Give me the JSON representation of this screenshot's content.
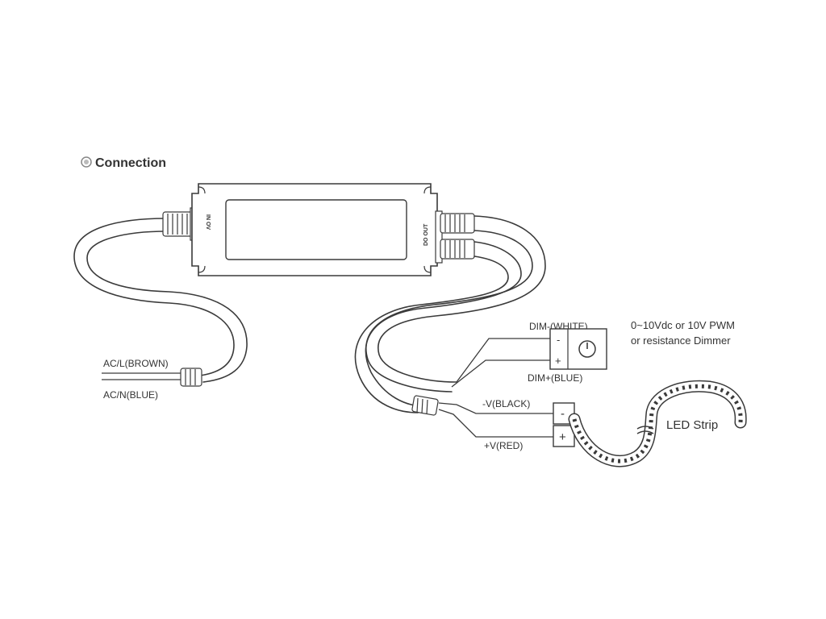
{
  "section": {
    "title": "Connection"
  },
  "driver": {
    "input_label": "IN OV",
    "output_label": "DO OUT"
  },
  "wires": {
    "ac_l": "AC/L(BROWN)",
    "ac_n": "AC/N(BLUE)",
    "dim_minus": "DIM-(WHITE)",
    "dim_plus": "DIM+(BLUE)",
    "v_minus": "-V(BLACK)",
    "v_plus": "+V(RED)"
  },
  "dimmer": {
    "description_line1": "0~10Vdc or 10V PWM",
    "description_line2": "or resistance Dimmer",
    "minus_sign": "-",
    "plus_sign": "+"
  },
  "led_terminal": {
    "minus_sign": "-",
    "plus_sign": "+"
  },
  "led_strip": {
    "label": "LED Strip"
  },
  "colors": {
    "line": "#3a3a3a",
    "text": "#333333",
    "background": "#ffffff"
  }
}
